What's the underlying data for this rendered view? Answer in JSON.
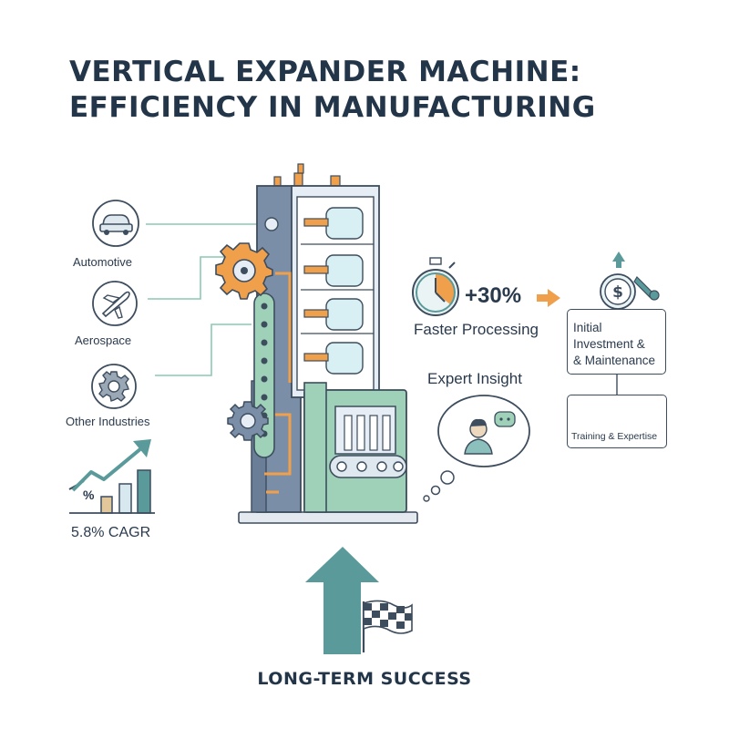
{
  "title": {
    "line1": "VERTICAL EXPANDER MACHINE:",
    "line2": "EFFICIENCY IN MANUFACTURING"
  },
  "industries": [
    {
      "label": "Automotive",
      "icon": "car-icon"
    },
    {
      "label": "Aerospace",
      "icon": "airplane-icon"
    },
    {
      "label": "Other Industries",
      "icon": "gear-icon"
    }
  ],
  "growth": {
    "percent_symbol": "%",
    "label": "5.8% CAGR"
  },
  "performance": {
    "value": "+30%",
    "label": "Faster Processing"
  },
  "expert": {
    "label": "Expert Insight"
  },
  "investment": {
    "line1": "Initial",
    "line2": "Investment &",
    "line3": "& Maintenance"
  },
  "training": {
    "label": "Training & Expertise"
  },
  "outcome": {
    "label": "LONG-TERM SUCCESS"
  },
  "colors": {
    "navy": "#233548",
    "teal": "#5a9a9a",
    "green": "#9fd1b8",
    "orange": "#f0a04b",
    "machine_blue": "#7b8ea7"
  }
}
